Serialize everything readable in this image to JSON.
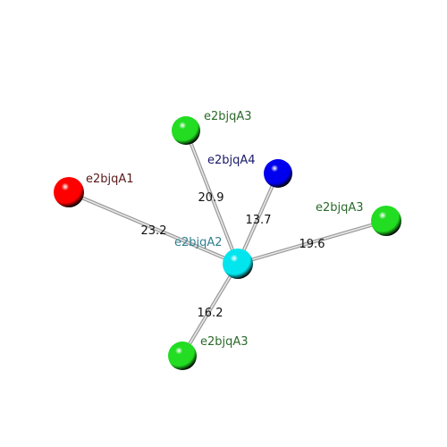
{
  "diagram": {
    "center": {
      "label": "e2bjqA2",
      "color": "#00e5ee",
      "label_color": "#2f7f8f"
    },
    "nodes": [
      {
        "id": "A1",
        "label": "e2bjqA1",
        "color": "#ff0000",
        "label_color": "#5a1a1a",
        "distance": "23.2"
      },
      {
        "id": "A3-top",
        "label": "e2bjqA3",
        "color": "#22dd22",
        "label_color": "#2a6a2a",
        "distance": "20.9"
      },
      {
        "id": "A4",
        "label": "e2bjqA4",
        "color": "#0000ee",
        "label_color": "#1a1a6a",
        "distance": "13.7"
      },
      {
        "id": "A3-right",
        "label": "e2bjqA3",
        "color": "#22dd22",
        "label_color": "#2a6a2a",
        "distance": "19.6"
      },
      {
        "id": "A3-bottom",
        "label": "e2bjqA3",
        "color": "#22dd22",
        "label_color": "#2a6a2a",
        "distance": "16.2"
      }
    ]
  }
}
